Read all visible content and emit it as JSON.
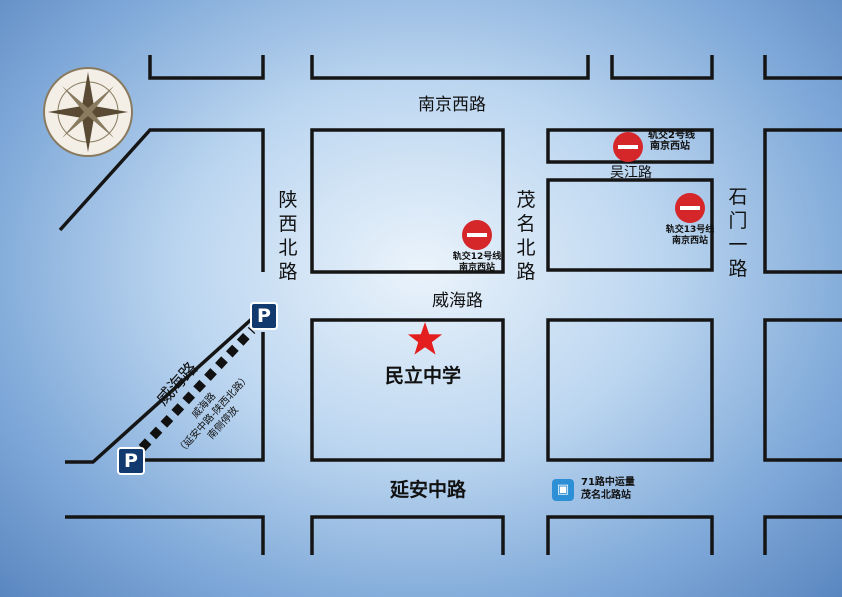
{
  "roads": {
    "nanjing_west": "南京西路",
    "shaanxi_north": [
      "陕",
      "西",
      "北",
      "路"
    ],
    "maoming_north": [
      "茂",
      "名",
      "北",
      "路"
    ],
    "shimen_1": [
      "石",
      "门",
      "一",
      "路"
    ],
    "wujiang": "吴江路",
    "weihai": "威海路",
    "weihai_diag": "威海路",
    "yanan_middle": "延安中路"
  },
  "destination": {
    "name": "民立中学",
    "marker_color": "#e41e1e",
    "icon": "star-icon"
  },
  "metro": [
    {
      "line": "轨交2号线",
      "station": "南京西站"
    },
    {
      "line": "轨交12号线",
      "station": "南京西站"
    },
    {
      "line": "轨交13号线",
      "station": "南京西站"
    }
  ],
  "bus": {
    "line": "71路中运量",
    "station": "茂名北路站",
    "icon": "bus-icon"
  },
  "parking": {
    "symbol": "P",
    "note": [
      "威海路",
      "（延安中路-陕西北路）",
      "南侧停放"
    ]
  },
  "compass": {
    "icon": "compass-rose-icon"
  },
  "colors": {
    "metro": "#d5262a",
    "parking": "#123a6e",
    "road_line": "#111111"
  }
}
